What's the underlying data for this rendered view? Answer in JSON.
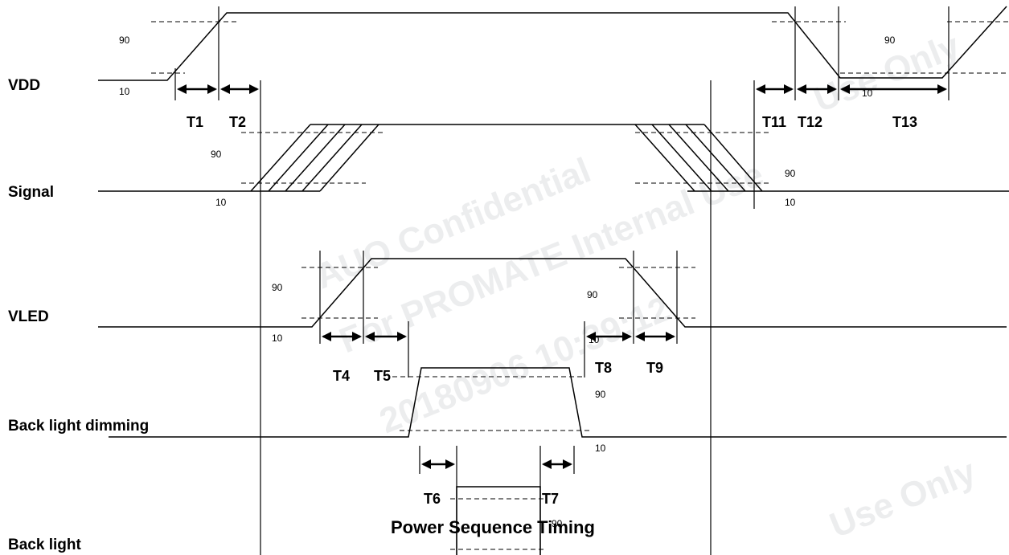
{
  "signals": {
    "vdd": "VDD",
    "signal": "Signal",
    "vled": "VLED",
    "backlight_dimming": "Back light dimming",
    "backlight": "Back light"
  },
  "timing": {
    "t1": "T1",
    "t2": "T2",
    "t4": "T4",
    "t5": "T5",
    "t6": "T6",
    "t7": "T7",
    "t8": "T8",
    "t9": "T9",
    "t11": "T11",
    "t12": "T12",
    "t13": "T13"
  },
  "levels": {
    "high": "90",
    "low": "10"
  },
  "caption": "Power Sequence Timing",
  "watermark": {
    "line1": "AUO Confidential",
    "line2": "For PROMATE Internal Use",
    "line3": "20180906 10:39:12",
    "line4": "Use Only",
    "line5": "Use Only"
  },
  "colors": {
    "line": "#000000",
    "watermark": "#c9ccd1"
  }
}
